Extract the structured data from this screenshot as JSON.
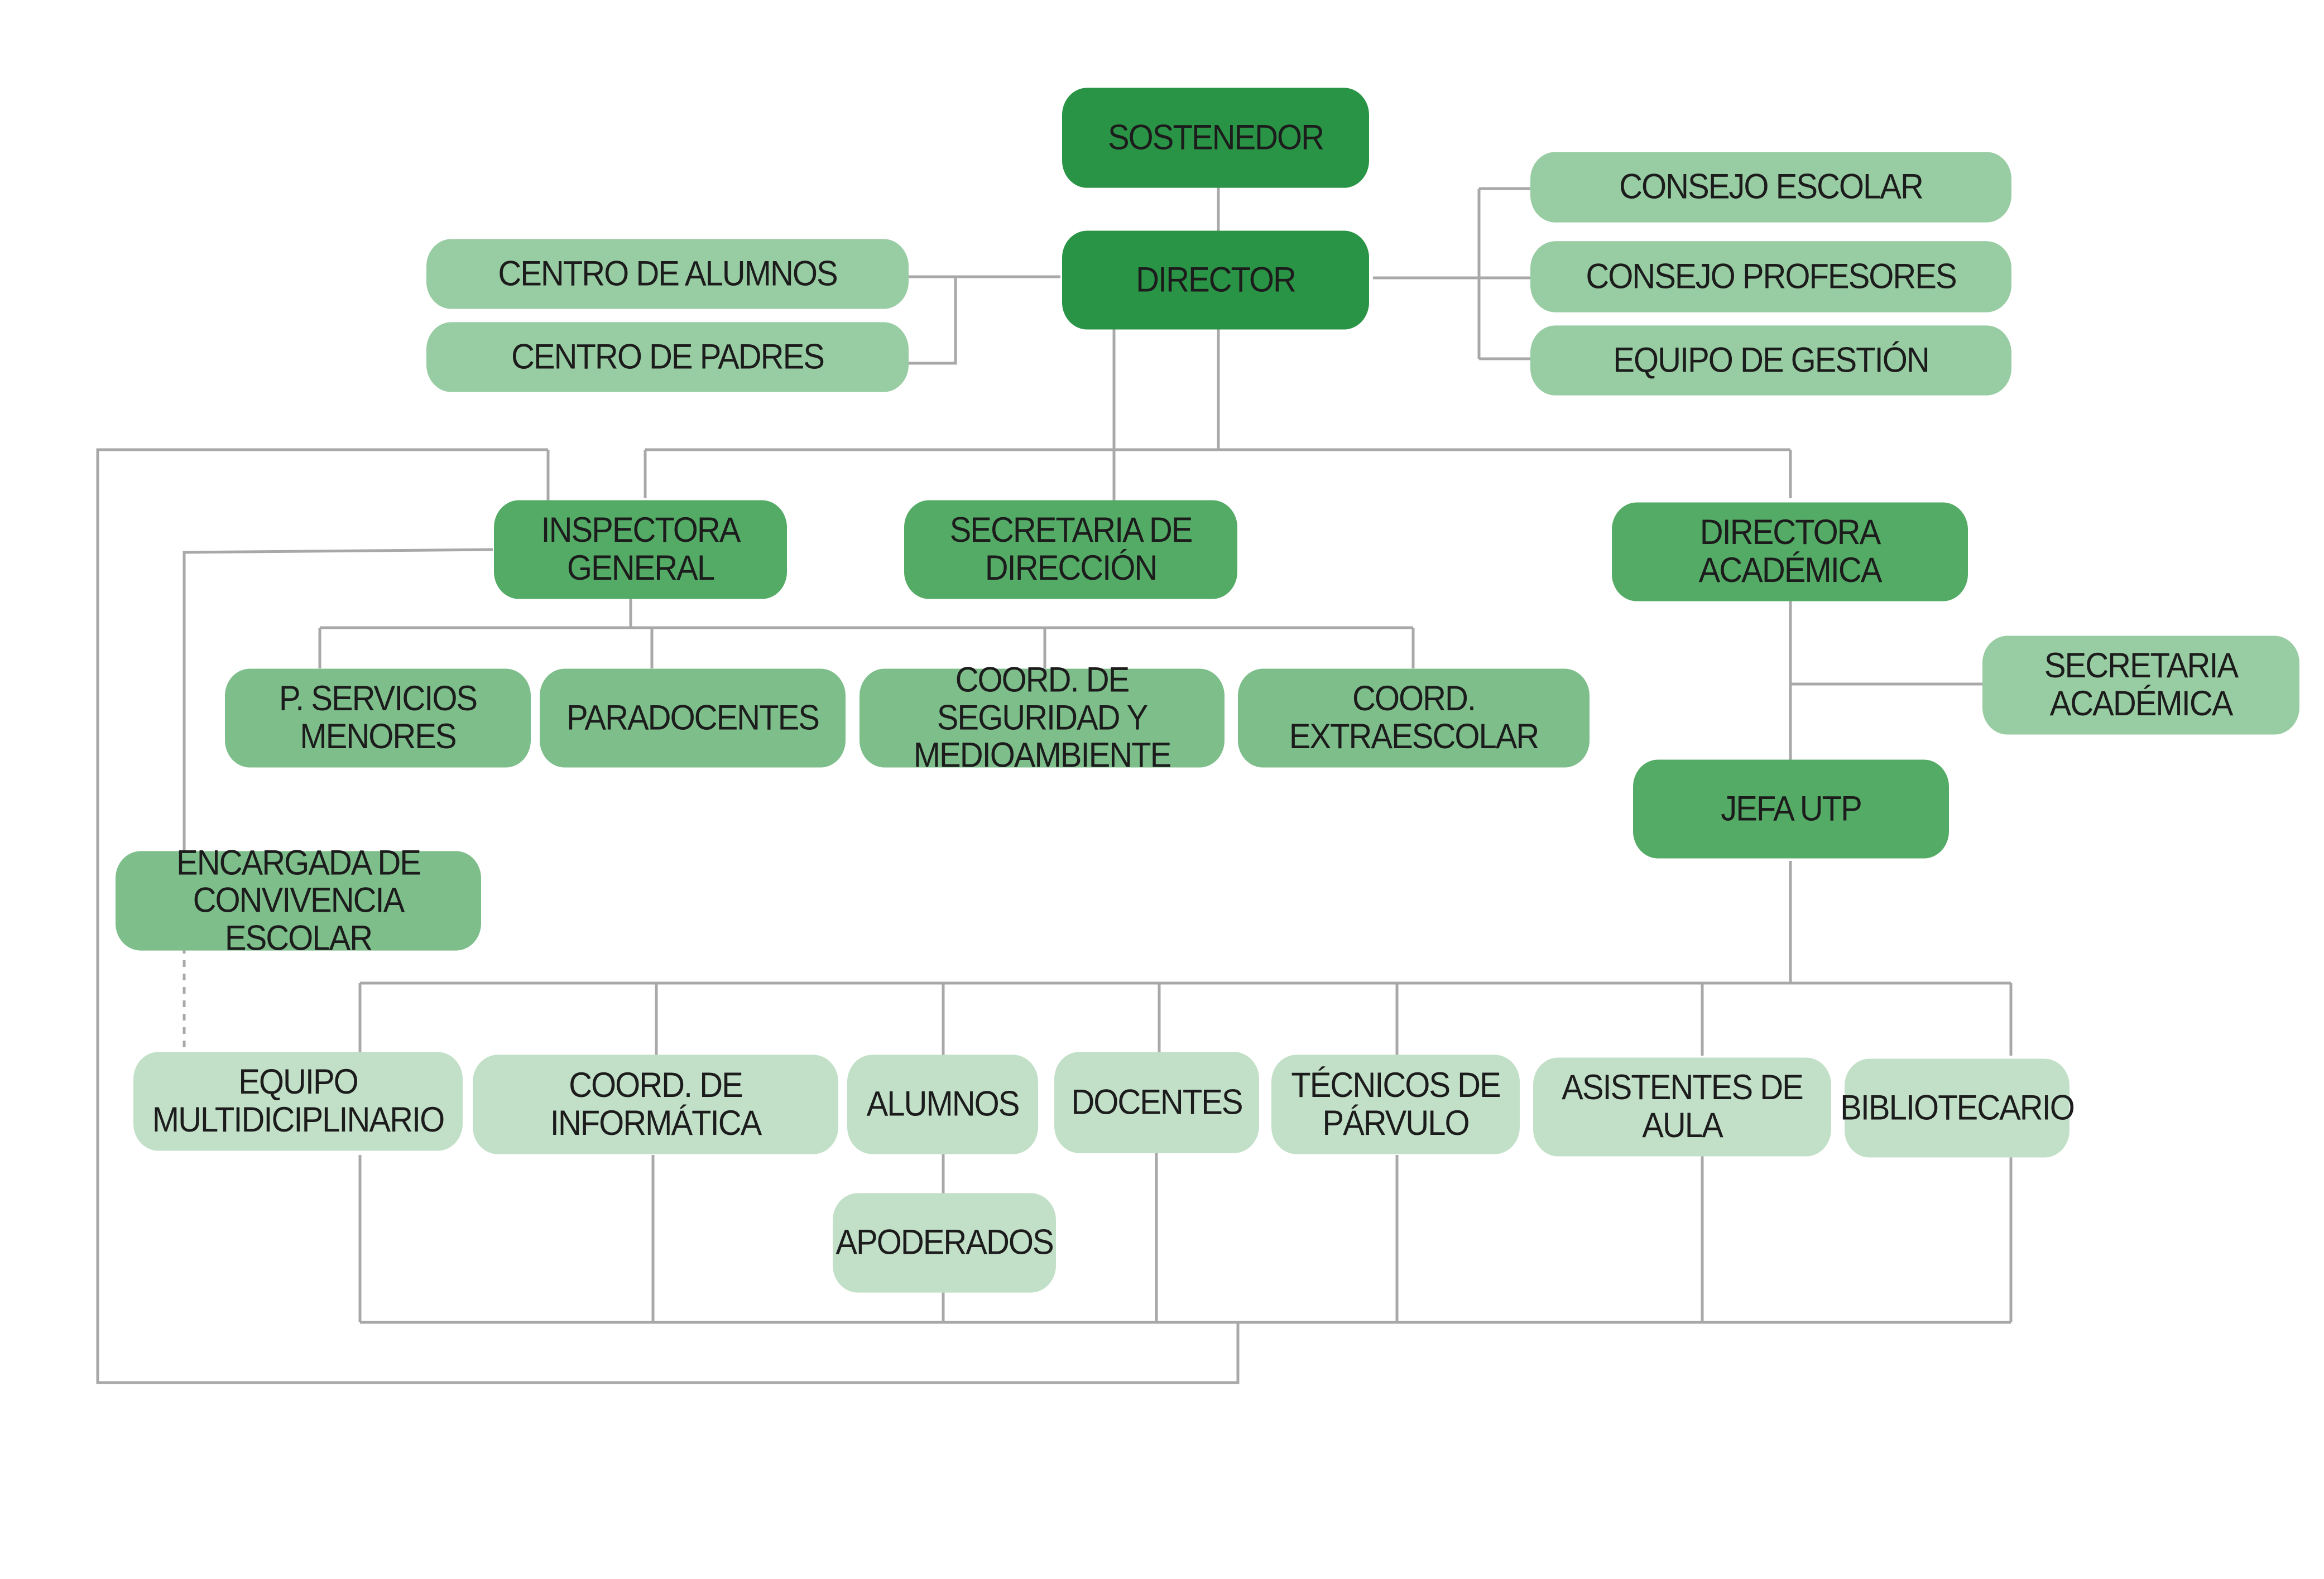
{
  "colors": {
    "level1": "#2a9446",
    "level2": "#54ab66",
    "level3": "#7dbe8a",
    "level4": "#98cca2",
    "level5": "#c2e0c8",
    "connector": "#a8a8a8"
  },
  "nodes": {
    "sostenedor": "SOSTENEDOR",
    "director": "DIRECTOR",
    "consejo_escolar": "CONSEJO ESCOLAR",
    "consejo_profesores": "CONSEJO PROFESORES",
    "equipo_gestion": "EQUIPO DE GESTIÓN",
    "centro_alumnos": "CENTRO DE ALUMNOS",
    "centro_padres": "CENTRO DE PADRES",
    "inspectora_general": "INSPECTORA GENERAL",
    "secretaria_direccion": "SECRETARIA DE DIRECCIÓN",
    "directora_academica": "DIRECTORA ACADÉMICA",
    "secretaria_academica": "SECRETARIA ACADÉMICA",
    "p_servicios_menores": "P. SERVICIOS MENORES",
    "paradocentes": "PARADOCENTES",
    "coord_seguridad": "COORD. DE SEGURIDAD Y\nMEDIOAMBIENTE",
    "coord_extraescolar": "COORD. EXTRAESCOLAR",
    "jefa_utp": "JEFA UTP",
    "encargada_convivencia": "ENCARGADA DE\nCONVIVENCIA ESCOLAR",
    "equipo_multidisciplinario": "EQUIPO MULTIDICIPLINARIO",
    "coord_informatica": "COORD. DE\nINFORMÁTICA",
    "alumnos": "ALUMNOS",
    "apoderados": "APODERADOS",
    "docentes": "DOCENTES",
    "tecnicos_parvulo": "TÉCNICOS DE\nPÁRVULO",
    "asistentes_aula": "ASISTENTES DE AULA",
    "bibliotecario": "BIBLIOTECARIO"
  }
}
